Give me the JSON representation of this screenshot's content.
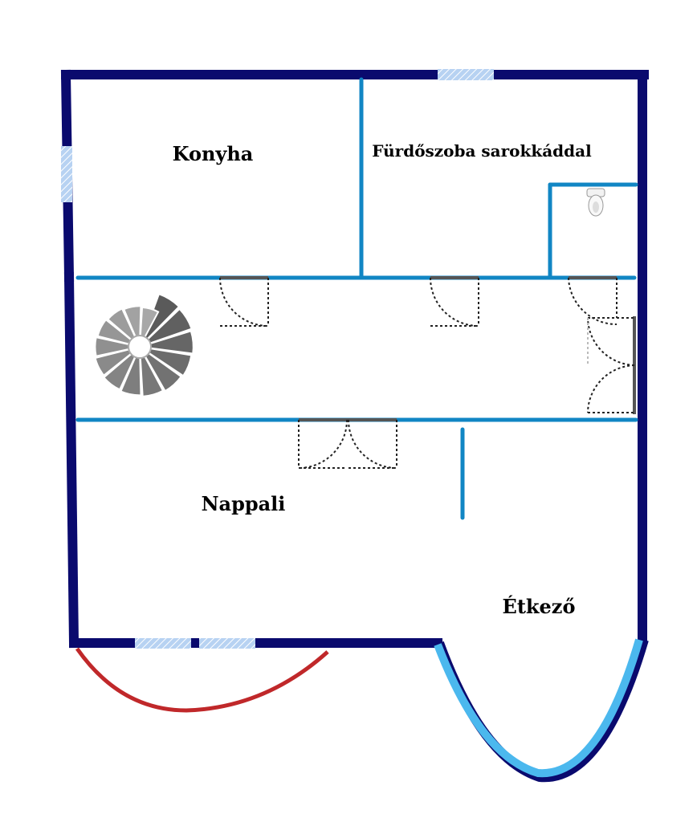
{
  "rooms": {
    "kitchen": "Konyha",
    "bathroom": "Fürdőszoba sarokkáddal",
    "living": "Nappali",
    "dining": "Étkező"
  },
  "colors": {
    "outer_wall": "#0a0a6e",
    "inner_wall": "#1186c4",
    "window": "#a9c9ee",
    "door_swing": "#222222",
    "entrance_arc": "#c0282a",
    "bay_wall": "#4bb8ee",
    "stair": "#8c8c8c"
  },
  "icons": {
    "toilet": "toilet-icon",
    "stair": "spiral-staircase-icon"
  }
}
